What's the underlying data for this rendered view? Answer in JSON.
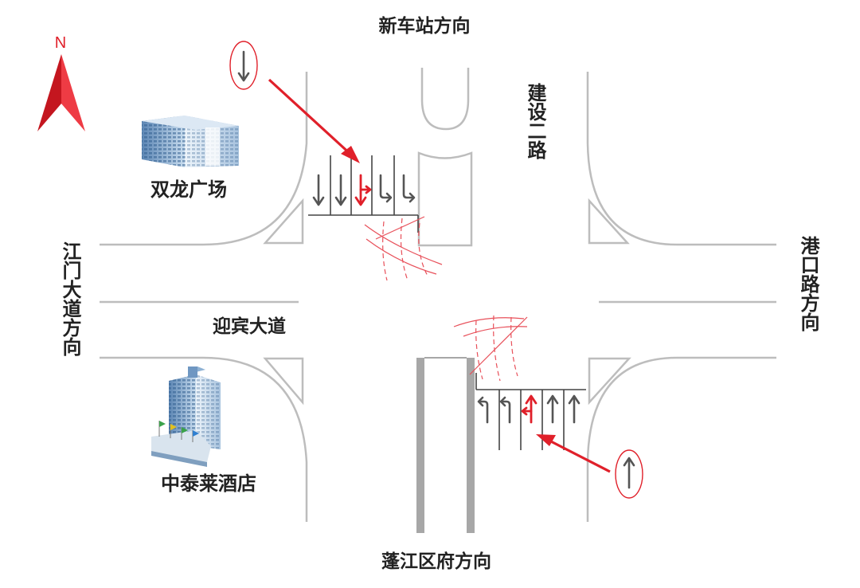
{
  "compass": {
    "label": "N",
    "color": "#e0202a"
  },
  "directions": {
    "north": "新车站方向",
    "south": "蓬江区府方向",
    "west": "江门大道方向",
    "east": "港口路方向"
  },
  "roads": {
    "ns": "建设二路",
    "ew": "迎宾大道"
  },
  "landmarks": {
    "northwest": {
      "name": "双龙广场",
      "icon": "office-building-icon"
    },
    "southwest": {
      "name": "中泰莱酒店",
      "icon": "hotel-tower-icon"
    }
  },
  "colors": {
    "accent": "#e0202a",
    "road": "#bdbdbd",
    "median": "#a7a7a7"
  },
  "callouts": [
    {
      "arrow": "straight-down-arrow-icon",
      "target": "southbound-variable-lane"
    },
    {
      "arrow": "straight-up-arrow-icon",
      "target": "northbound-variable-lane"
    }
  ]
}
